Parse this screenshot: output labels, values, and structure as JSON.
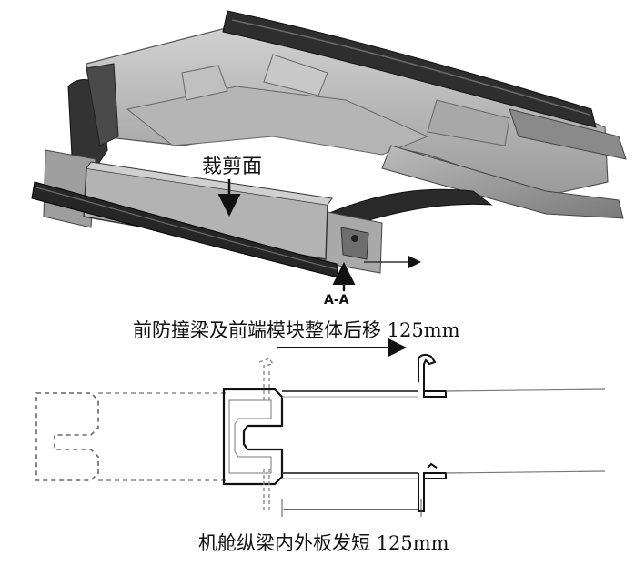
{
  "top_view": {
    "cut_plane_label": "裁剪面",
    "section_label": "A-A"
  },
  "caption_top": "前防撞梁及前端模块整体后移 125mm",
  "caption_bottom": "机舱纵梁内外板发短 125mm"
}
